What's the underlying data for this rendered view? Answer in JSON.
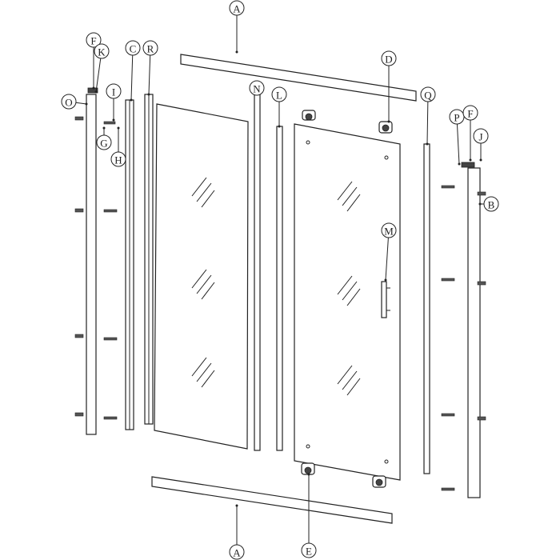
{
  "title": "Sliding shower door exploded parts diagram",
  "callouts": [
    {
      "id": "A-top",
      "letter": "A"
    },
    {
      "id": "F-left",
      "letter": "F"
    },
    {
      "id": "K",
      "letter": "K"
    },
    {
      "id": "C",
      "letter": "C"
    },
    {
      "id": "R",
      "letter": "R"
    },
    {
      "id": "I",
      "letter": "I"
    },
    {
      "id": "O",
      "letter": "O"
    },
    {
      "id": "G",
      "letter": "G"
    },
    {
      "id": "H",
      "letter": "H"
    },
    {
      "id": "N",
      "letter": "N"
    },
    {
      "id": "L",
      "letter": "L"
    },
    {
      "id": "D",
      "letter": "D"
    },
    {
      "id": "Q",
      "letter": "Q"
    },
    {
      "id": "P",
      "letter": "P"
    },
    {
      "id": "F-right",
      "letter": "F"
    },
    {
      "id": "J",
      "letter": "J"
    },
    {
      "id": "B",
      "letter": "B"
    },
    {
      "id": "M",
      "letter": "M"
    },
    {
      "id": "E",
      "letter": "E"
    },
    {
      "id": "A-bottom",
      "letter": "A"
    }
  ],
  "colors": {
    "line": "#222222",
    "background": "#ffffff"
  }
}
